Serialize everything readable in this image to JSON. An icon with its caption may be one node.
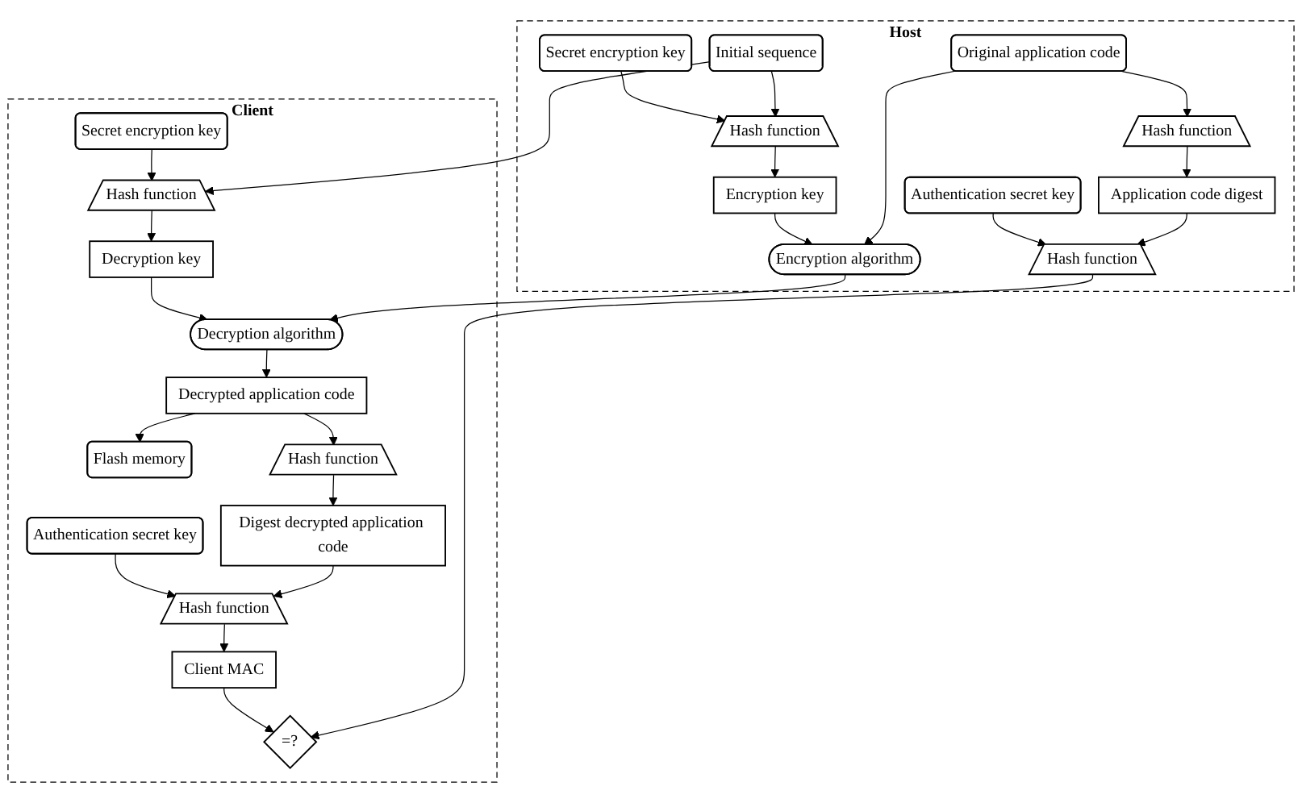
{
  "diagram": {
    "nodes": [
      {
        "text": [
          "Host"
        ]
      },
      {
        "text": [
          "Original application code"
        ],
        "in": 0
      },
      {
        "text": [
          "Encryption algorithm"
        ],
        "in": 0
      },
      {
        "text": [
          "Encryption key"
        ],
        "in": 0
      },
      {
        "text": [
          "Initial sequence"
        ],
        "in": 0
      },
      {
        "text": [
          "Hash function"
        ],
        "in": 0
      },
      {
        "text": [
          "Secret encryption key"
        ],
        "in": 0
      },
      {
        "text": [
          "Authentication secret key"
        ],
        "in": 0
      },
      {
        "text": [
          "Hash function"
        ],
        "in": 0
      },
      {
        "text": [
          "Application code digest"
        ],
        "in": 0
      },
      {
        "text": [
          "Hash function"
        ],
        "in": 0
      },
      {
        "text": [
          "Client"
        ]
      },
      {
        "text": [
          "Decryption algorithm"
        ],
        "in": 11
      },
      {
        "text": [
          "Decrypted application code"
        ],
        "in": 11
      },
      {
        "text": [
          "Decryption key"
        ],
        "in": 11
      },
      {
        "text": [
          "Flash memory"
        ],
        "in": 11
      },
      {
        "text": [
          "Hash function"
        ],
        "in": 11
      },
      {
        "text": [
          "Hash function"
        ],
        "in": 11
      },
      {
        "text": [
          "Secret encryption key"
        ],
        "in": 11
      },
      {
        "text": [
          "Digest decrypted application code"
        ],
        "in": 11
      },
      {
        "text": [
          "Authentication secret key"
        ],
        "in": 11
      },
      {
        "text": [
          "Hash function"
        ],
        "in": 11
      },
      {
        "text": [
          "Client MAC"
        ],
        "in": 11
      },
      {
        "text": [
          "=?"
        ],
        "in": 11
      }
    ],
    "edges": [
      {
        "from": 1,
        "to": 2,
        "arrow": "to"
      },
      {
        "from": 3,
        "to": 2,
        "arrow": "to"
      },
      {
        "from": 2,
        "to": 12,
        "arrow": "to"
      },
      {
        "from": 4,
        "to": 5,
        "arrow": "to"
      },
      {
        "from": 6,
        "to": 5,
        "arrow": "to"
      },
      {
        "from": 5,
        "to": 3,
        "arrow": "to"
      },
      {
        "from": 4,
        "to": 16,
        "arrow": "to"
      },
      {
        "from": 1,
        "to": 8,
        "arrow": "to"
      },
      {
        "from": 8,
        "to": 9,
        "arrow": "to"
      },
      {
        "from": 9,
        "to": 10,
        "arrow": "to"
      },
      {
        "from": 7,
        "to": 10,
        "arrow": "to"
      },
      {
        "from": 10,
        "to": 23,
        "arrow": "to"
      },
      {
        "from": 14,
        "to": 12,
        "arrow": "to"
      },
      {
        "from": 16,
        "to": 14,
        "arrow": "to"
      },
      {
        "from": 18,
        "to": 16,
        "arrow": "to"
      },
      {
        "from": 12,
        "to": 13,
        "arrow": "to"
      },
      {
        "from": 13,
        "to": 15,
        "arrow": "to"
      },
      {
        "from": 13,
        "to": 17,
        "arrow": "to"
      },
      {
        "from": 17,
        "to": 19,
        "arrow": "to"
      },
      {
        "from": 19,
        "to": 21,
        "arrow": "to"
      },
      {
        "from": 20,
        "to": 21,
        "arrow": "to"
      },
      {
        "from": 21,
        "to": 22,
        "arrow": "to"
      },
      {
        "from": 22,
        "to": 23,
        "arrow": "to"
      }
    ]
  }
}
